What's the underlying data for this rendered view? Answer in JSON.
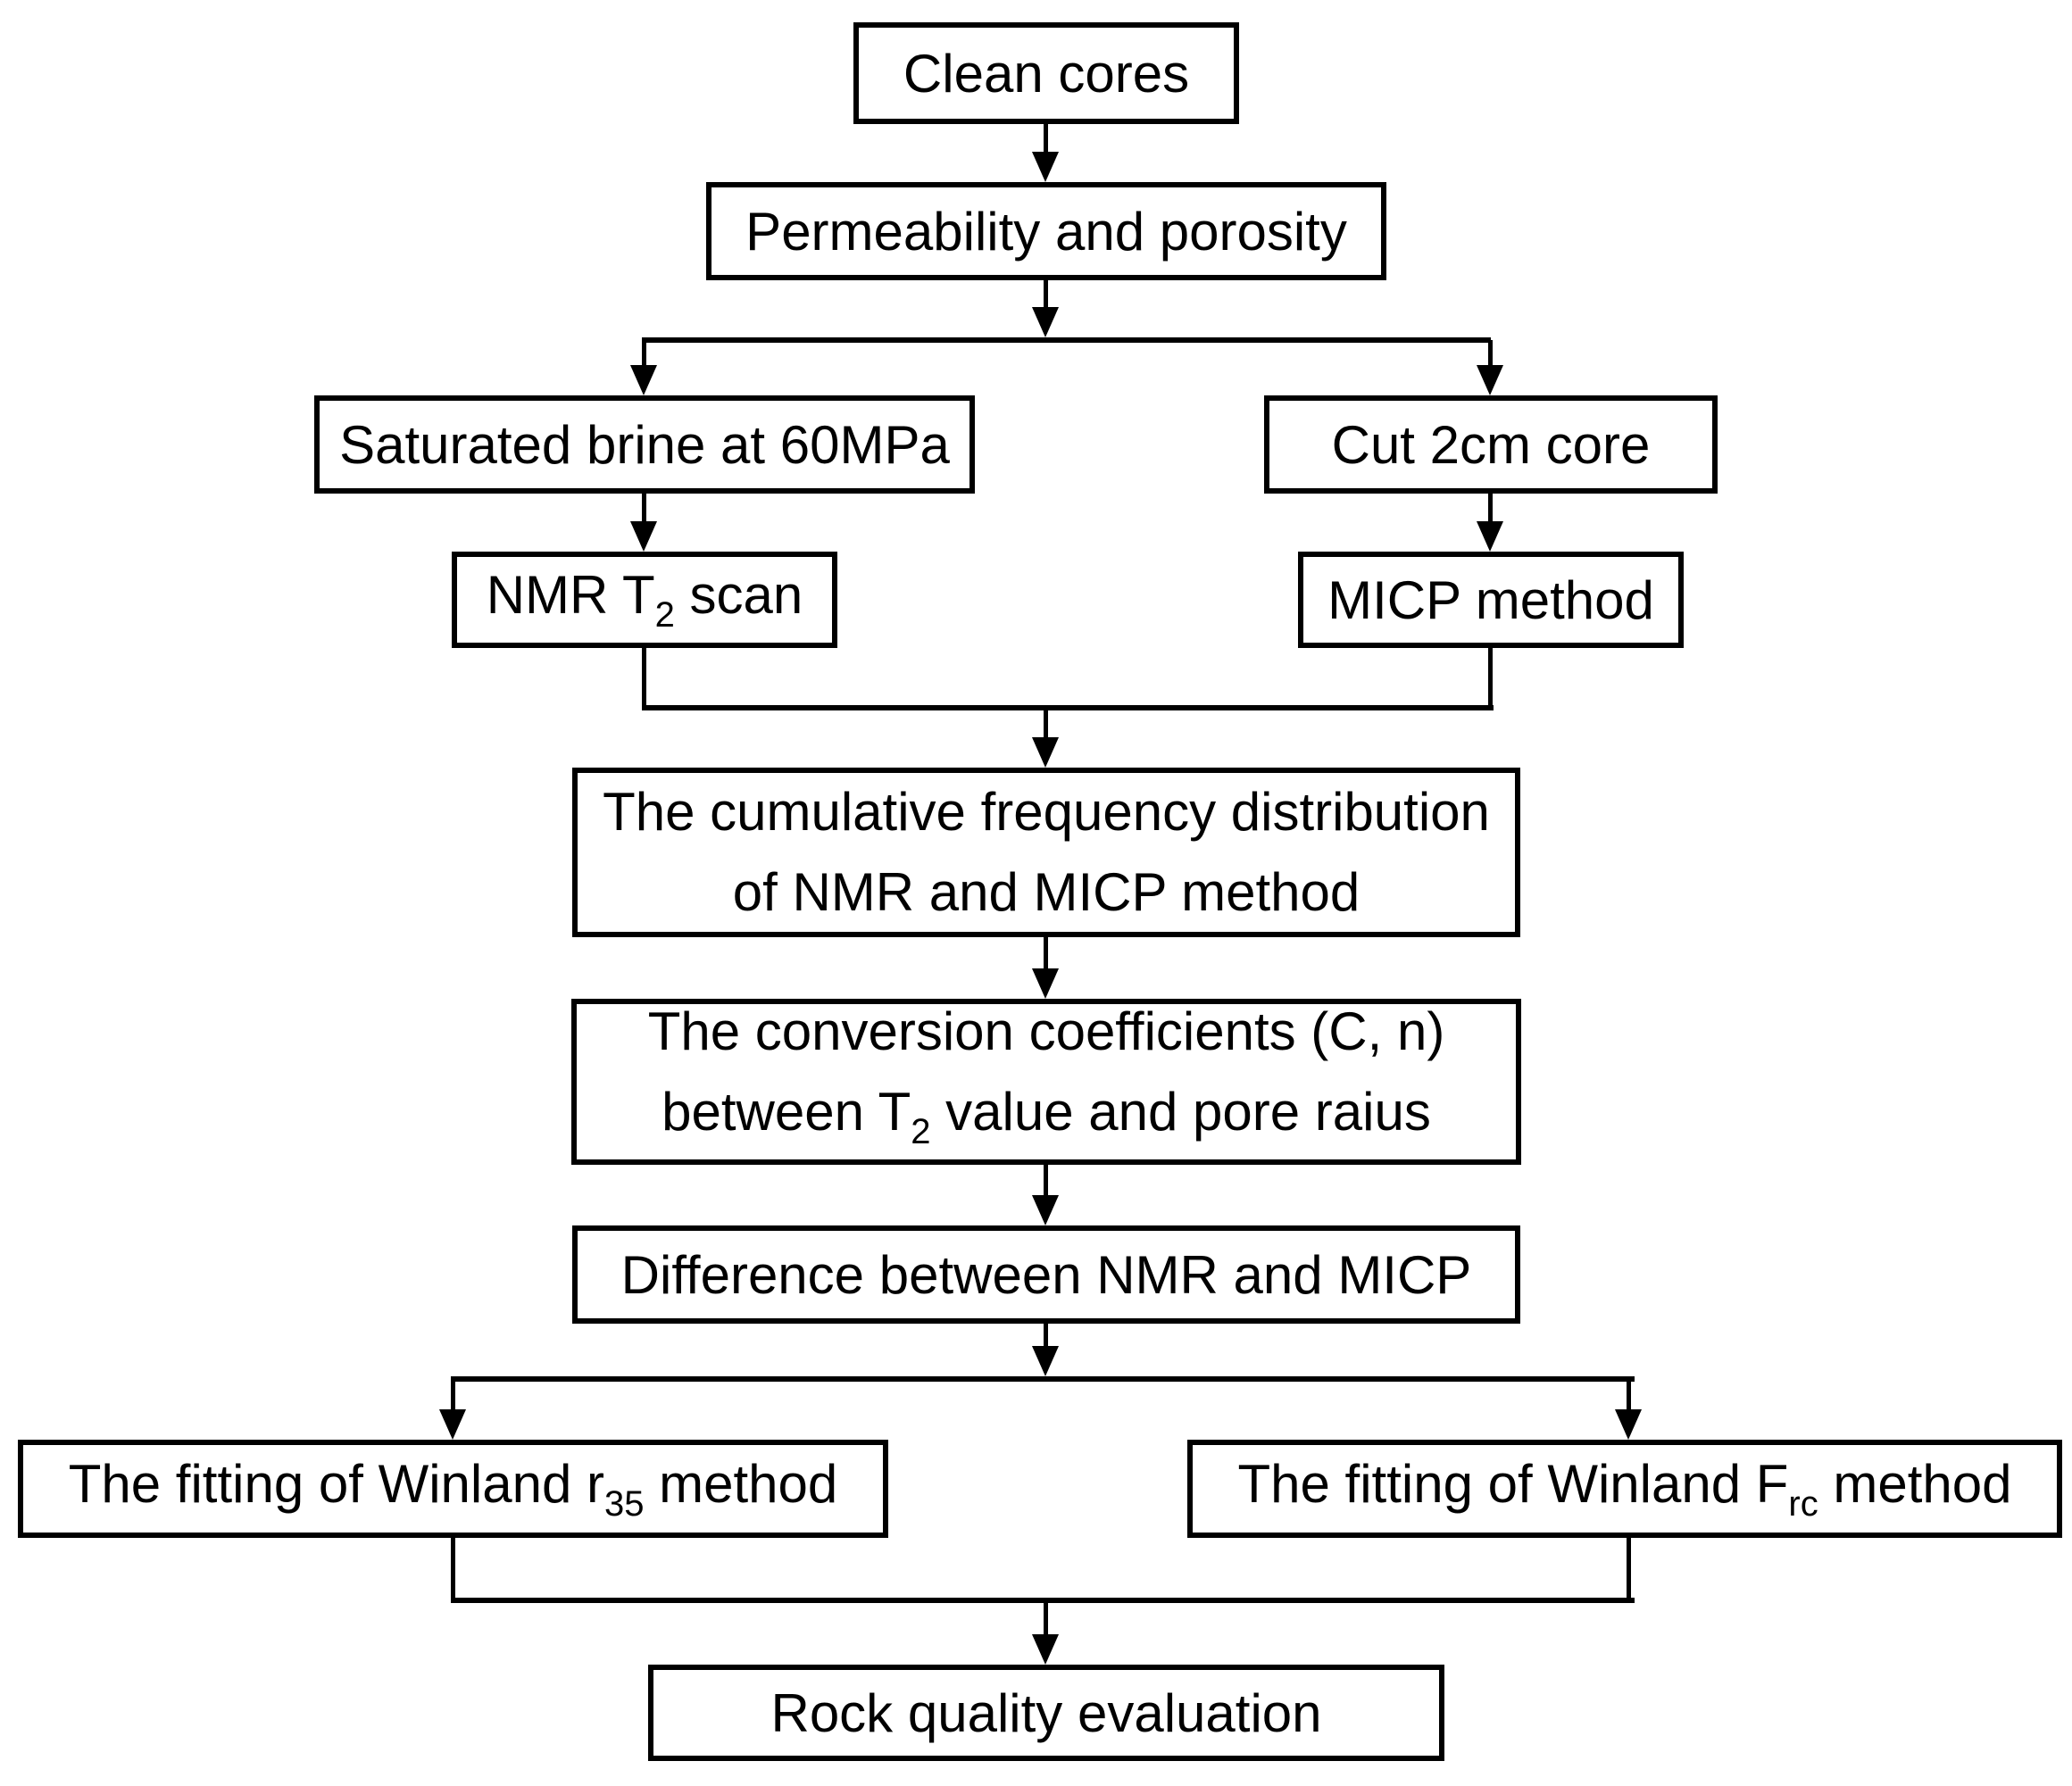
{
  "flowchart": {
    "boxes": {
      "clean_cores": {
        "label": "Clean cores"
      },
      "permeability": {
        "label": "Permeability and porosity"
      },
      "saturated_brine": {
        "label": "Saturated brine at 60MPa"
      },
      "cut_core": {
        "label": "Cut 2cm core"
      },
      "nmr_scan": {
        "pre": "NMR T",
        "sub": "2",
        "post": " scan"
      },
      "micp_method": {
        "label": "MICP method"
      },
      "cumulative_distribution": {
        "line1": "The cumulative frequency distribution",
        "line2": "of NMR and MICP method"
      },
      "conversion_coefficients": {
        "line1": "The conversion coefficients (C, n)",
        "line2_pre": "between T",
        "line2_sub": "2",
        "line2_post": " value and pore raius"
      },
      "difference": {
        "label": "Difference between NMR and MICP"
      },
      "winland_r35": {
        "pre": "The fitting of Winland r",
        "sub": "35",
        "post": " method"
      },
      "winland_frc": {
        "pre": "The fitting of Winland F",
        "sub": "rc",
        "post": " method"
      },
      "rock_quality": {
        "label": "Rock quality evaluation"
      }
    },
    "edges": [
      {
        "from": "clean_cores",
        "to": "permeability"
      },
      {
        "from": "permeability",
        "to": "saturated_brine"
      },
      {
        "from": "permeability",
        "to": "cut_core"
      },
      {
        "from": "saturated_brine",
        "to": "nmr_scan"
      },
      {
        "from": "cut_core",
        "to": "micp_method"
      },
      {
        "from": "nmr_scan",
        "to": "cumulative_distribution"
      },
      {
        "from": "micp_method",
        "to": "cumulative_distribution"
      },
      {
        "from": "cumulative_distribution",
        "to": "conversion_coefficients"
      },
      {
        "from": "conversion_coefficients",
        "to": "difference"
      },
      {
        "from": "difference",
        "to": "winland_r35"
      },
      {
        "from": "difference",
        "to": "winland_frc"
      },
      {
        "from": "winland_r35",
        "to": "rock_quality"
      },
      {
        "from": "winland_frc",
        "to": "rock_quality"
      }
    ],
    "colors": {
      "line": "#000000",
      "text": "#000000",
      "box_background": "#ffffff",
      "page_background": "#ffffff"
    }
  }
}
